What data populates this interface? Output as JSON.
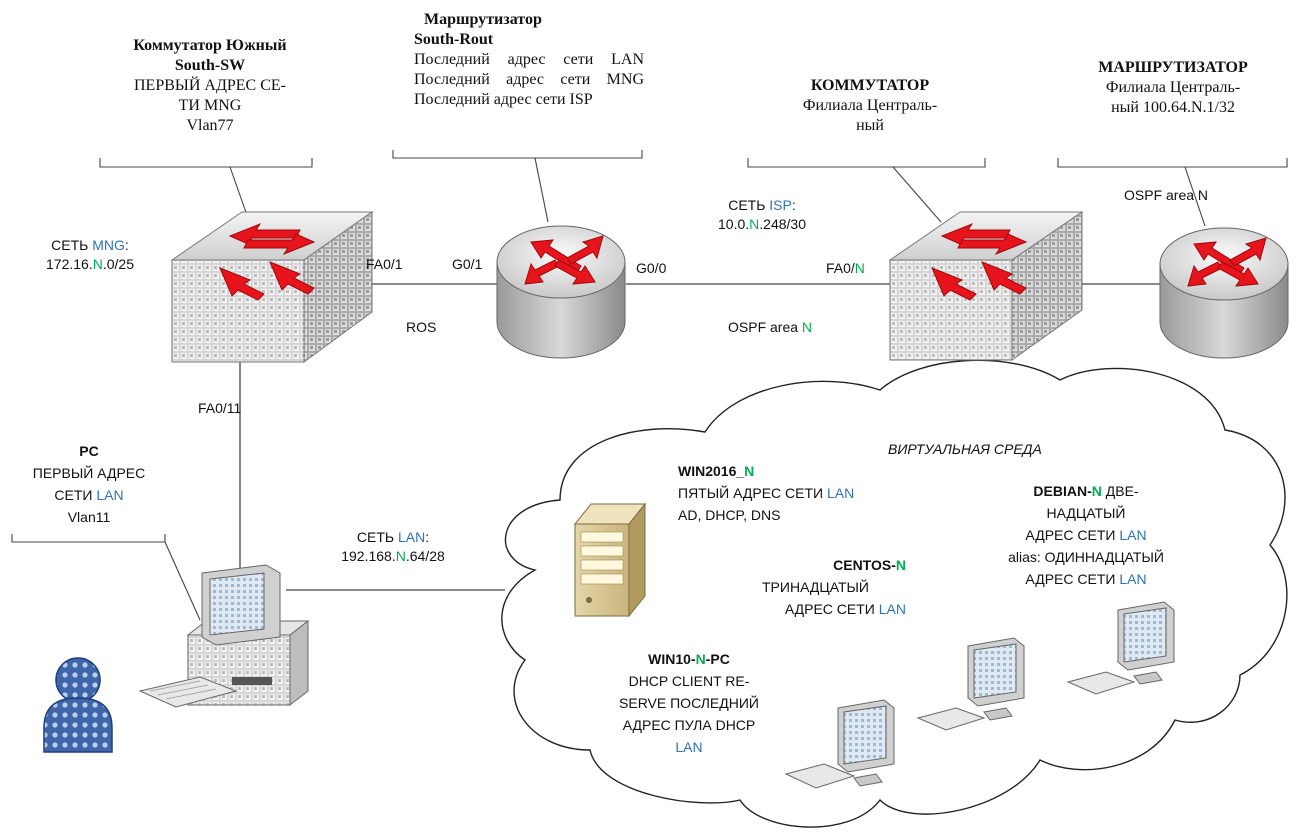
{
  "south_sw": {
    "title1": "Коммутатор Южный",
    "title2": "South-SW",
    "line1": "ПЕРВЫЙ АДРЕС СЕ-",
    "line2": "ТИ MNG",
    "line3": "Vlan77"
  },
  "south_rout": {
    "title1": "Маршрутизатор",
    "title2": "South-Rout",
    "desc": "Последний адрес сети LAN Последний адрес сети MNG Последний адрес сети ISP"
  },
  "branch_sw": {
    "title": "КОММУТАТОР",
    "line1": "Филиала Централь-",
    "line2": "ный"
  },
  "branch_router": {
    "title": "МАРШРУТИЗАТОР",
    "line1": "Филиала Централь-",
    "line2": "ный 100.64.N.1/32",
    "ospf": "OSPF area N"
  },
  "mng_net": {
    "prefix": "СЕТЬ ",
    "name": "MNG",
    "suffix": ":",
    "addr_a": "172.16.",
    "n": "N",
    "addr_b": ".0/25"
  },
  "isp_net": {
    "prefix": "СЕТЬ ",
    "name": "ISP",
    "suffix": ":",
    "addr_a": "10.0.",
    "n": "N",
    "addr_b": ".248/30"
  },
  "lan_net": {
    "prefix": "СЕТЬ ",
    "name": "LAN",
    "suffix": ":",
    "addr_a": "192.168.",
    "n": "N",
    "addr_b": ".64/28"
  },
  "ports": {
    "fa01": "FA0/1",
    "g01": "G0/1",
    "g00": "G0/0",
    "fa0n_a": "FA0/",
    "fa0n_n": "N",
    "fa011": "FA0/11",
    "ros": "ROS",
    "ospf_a": "OSPF area ",
    "ospf_n": "N"
  },
  "pc": {
    "title": "PC",
    "line1": "ПЕРВЫЙ АДРЕС",
    "line2a": "СЕТИ ",
    "line2b": "LAN",
    "line3": "Vlan11"
  },
  "cloud": {
    "title": "ВИРТУАЛЬНАЯ СРЕДА"
  },
  "win2016": {
    "name_a": "WIN2016_",
    "name_n": "N",
    "line1a": "ПЯТЫЙ АДРЕС СЕТИ ",
    "line1b": "LAN",
    "line2": "AD, DHCP, DNS"
  },
  "debian": {
    "name_a": "DEBIAN-",
    "name_n": "N",
    "name_rest": " ДВЕ-",
    "line1": "НАДЦАТЫЙ",
    "line2a": "АДРЕС СЕТИ ",
    "line2b": "LAN",
    "line3": "alias: ОДИННАДЦАТЫЙ",
    "line4a": "АДРЕС СЕТИ ",
    "line4b": "LAN"
  },
  "centos": {
    "name_a": "CENTOS-",
    "name_n": "N",
    "line1": "ТРИНАДЦАТЫЙ",
    "line2a": "АДРЕС СЕТИ ",
    "line2b": "LAN"
  },
  "win10": {
    "name_a": "WIN10-",
    "name_n": "N",
    "name_b": "-PC",
    "line1": "DHCP CLIENT RE-",
    "line2": "SERVE ПОСЛЕДНИЙ",
    "line3": "АДРЕС ПУЛА DHCP",
    "line4": "LAN"
  },
  "colors": {
    "accent_blue": "#2e74b5",
    "accent_green": "#00b050",
    "arrow_red": "#e8141b",
    "device_gray": "#b8b8b8"
  },
  "icons": [
    "switch-icon",
    "router-icon",
    "server-icon",
    "workstation-icon",
    "user-icon",
    "cloud-icon"
  ]
}
